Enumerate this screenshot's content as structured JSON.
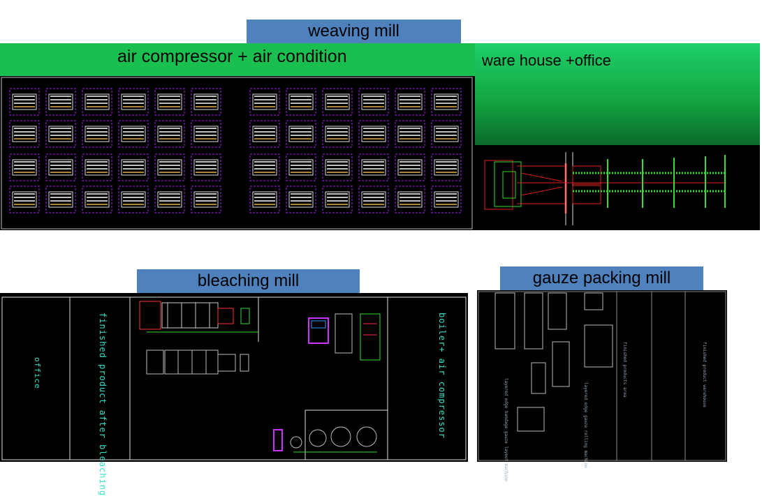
{
  "labels": {
    "weaving_mill": "weaving mill",
    "air_compressor": "air compressor + air condition",
    "warehouse": "ware house +office",
    "bleaching_mill": "bleaching mill",
    "gauze_packing": "gauze packing mill"
  },
  "bleaching": {
    "office": "office",
    "finished_product": "finished product after bleaching",
    "boiler": "boiler+ air compressor"
  },
  "gauze": {
    "col1_text": "layered edge bandage gauze layout machine",
    "col2_text": "layered edge gauze rolling machine",
    "col3_text": "finished products area",
    "col4_text": "finished product warehouse"
  },
  "colors": {
    "label_blue": "#4f81bd",
    "band_green": "#19c04f",
    "cad_background": "#000000",
    "loom_frame": "#a020f0",
    "text_cyan": "#37e0c8"
  }
}
